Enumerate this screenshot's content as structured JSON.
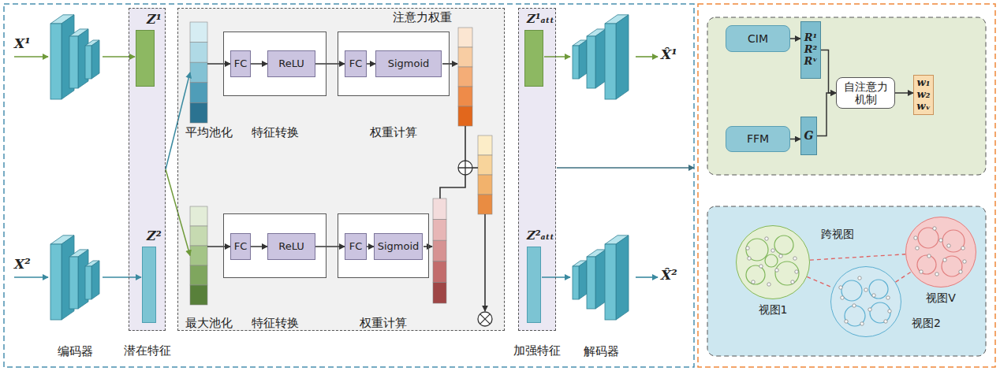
{
  "diagram": {
    "nodes": [
      {
        "text": [
          "潜在特征"
        ]
      },
      {
        "text": [
          "Z¹"
        ],
        "in": 0
      },
      {
        "text": [
          "Z²"
        ],
        "in": 0
      },
      {
        "text": [
          "注意力权重"
        ]
      },
      {
        "text": [
          "平均池化"
        ],
        "in": 3
      },
      {
        "text": [
          "特征转换"
        ],
        "in": 3
      },
      {
        "text": [
          "FC"
        ],
        "in": 5
      },
      {
        "text": [
          "ReLU"
        ],
        "in": 5
      },
      {
        "text": [
          "权重计算"
        ],
        "in": 3
      },
      {
        "text": [
          "FC"
        ],
        "in": 8
      },
      {
        "text": [
          "Sigmoid"
        ],
        "in": 8
      },
      {
        "text": [
          "最大池化"
        ],
        "in": 3
      },
      {
        "text": [
          "特征转换"
        ],
        "in": 3
      },
      {
        "text": [
          "FC"
        ],
        "in": 12
      },
      {
        "text": [
          "ReLU"
        ],
        "in": 12
      },
      {
        "text": [
          "权重计算"
        ],
        "in": 3
      },
      {
        "text": [
          "FC"
        ],
        "in": 15
      },
      {
        "text": [
          "Sigmoid"
        ],
        "in": 15
      },
      {
        "text": [
          "加强特征"
        ]
      },
      {
        "text": [
          "Z¹ₐₜₜ"
        ],
        "in": 18
      },
      {
        "text": [
          "Z²ₐₜₜ"
        ],
        "in": 18
      },
      {
        "text": [
          "CIM"
        ]
      },
      {
        "text": [
          "R¹",
          "R²",
          "Rᵛ"
        ]
      },
      {
        "text": [
          "FFM"
        ]
      },
      {
        "text": [
          "G"
        ]
      },
      {
        "text": [
          "自注意力机制"
        ]
      },
      {
        "text": [
          "w₁",
          "w₂",
          "wᵥ"
        ]
      },
      {
        "text": [
          "视图1"
        ]
      },
      {
        "text": [
          "视图2"
        ]
      },
      {
        "text": [
          "视图V"
        ]
      }
    ],
    "edges": [
      {
        "from": 0,
        "to": 4,
        "arrow": "to"
      },
      {
        "from": 0,
        "to": 11,
        "arrow": "to"
      },
      {
        "from": 4,
        "to": 6,
        "arrow": "to"
      },
      {
        "from": 6,
        "to": 7,
        "arrow": "to"
      },
      {
        "from": 7,
        "to": 9,
        "arrow": "to"
      },
      {
        "from": 9,
        "to": 10,
        "arrow": "to"
      },
      {
        "from": 11,
        "to": 13,
        "arrow": "to"
      },
      {
        "from": 13,
        "to": 14,
        "arrow": "to"
      },
      {
        "from": 14,
        "to": 16,
        "arrow": "to"
      },
      {
        "from": 16,
        "to": 17,
        "arrow": "to"
      },
      {
        "from": 21,
        "to": 22,
        "arrow": "to"
      },
      {
        "from": 23,
        "to": 24,
        "arrow": "to"
      },
      {
        "from": 22,
        "to": 25,
        "arrow": "to"
      },
      {
        "from": 24,
        "to": 25,
        "arrow": "to"
      },
      {
        "from": 25,
        "to": 26,
        "arrow": "to"
      },
      {
        "from": 27,
        "to": 28,
        "arrow": "none"
      },
      {
        "from": 27,
        "to": 29,
        "arrow": "none"
      },
      {
        "from": 28,
        "to": 29,
        "arrow": "none"
      }
    ],
    "labels": [
      "X¹",
      "X²",
      "编码器",
      "解码器",
      "X̂¹",
      "X̂²",
      "跨视图"
    ]
  }
}
